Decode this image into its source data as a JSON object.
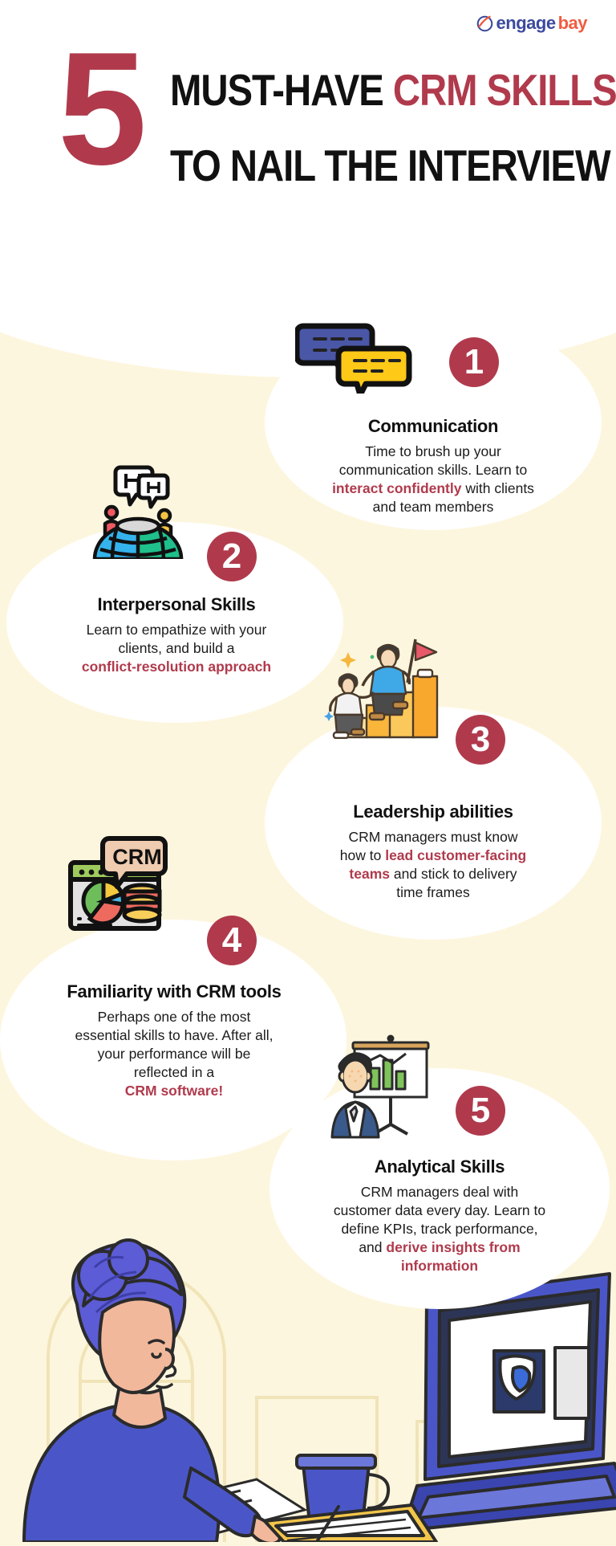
{
  "brand": {
    "logo_engage": "engage",
    "logo_bay": "bay",
    "logo_mark_name": "engagebay-check-icon",
    "accent_red": "#B03A4C",
    "background": "#FDF6DE",
    "card_background": "#FFFFFF",
    "logo_blue": "#3C4A9E",
    "logo_orange": "#F15B41"
  },
  "header": {
    "number": "5",
    "line1_plain": "MUST-HAVE ",
    "line1_accent": "CRM SKILLS",
    "line2": "TO NAIL THE INTERVIEW"
  },
  "cards": [
    {
      "badge": "1",
      "title": "Communication",
      "icon_name": "speech-bubbles-icon",
      "body": [
        {
          "text": "Time to brush up your",
          "accent": false
        },
        {
          "text": "communication skills. Learn to",
          "accent": false
        },
        {
          "text": "interact confidently",
          "accent": true
        },
        {
          "text": " with clients",
          "accent": false
        },
        {
          "text": "and team members",
          "accent": false
        }
      ]
    },
    {
      "badge": "2",
      "title": "Interpersonal Skills",
      "icon_name": "globe-people-icon",
      "body": [
        {
          "text": "Learn to empathize with your",
          "accent": false
        },
        {
          "text": "clients, and build a",
          "accent": false
        },
        {
          "text": "conflict-resolution approach",
          "accent": true
        }
      ]
    },
    {
      "badge": "3",
      "title": "Leadership abilities",
      "icon_name": "climbing-bar-chart-icon",
      "body": [
        {
          "text": "CRM managers must know",
          "accent": false
        },
        {
          "text": "how to ",
          "accent": false
        },
        {
          "text": "lead customer-facing",
          "accent": true
        },
        {
          "text": "teams",
          "accent": true
        },
        {
          "text": " and stick to delivery",
          "accent": false
        },
        {
          "text": "time frames",
          "accent": false
        }
      ]
    },
    {
      "badge": "4",
      "title": "Familiarity with CRM tools",
      "icon_name": "crm-dashboard-icon",
      "body": [
        {
          "text": "Perhaps one of the most",
          "accent": false
        },
        {
          "text": "essential skills to have. After all,",
          "accent": false
        },
        {
          "text": "your performance will be",
          "accent": false
        },
        {
          "text": "reflected in a",
          "accent": false
        },
        {
          "text": "CRM software!",
          "accent": true
        }
      ]
    },
    {
      "badge": "5",
      "title": "Analytical Skills",
      "icon_name": "presenter-chart-icon",
      "body": [
        {
          "text": "CRM managers deal with",
          "accent": false
        },
        {
          "text": "customer data every day. Learn to",
          "accent": false
        },
        {
          "text": "define KPIs, track performance,",
          "accent": false
        },
        {
          "text": "and ",
          "accent": false
        },
        {
          "text": "derive insights from",
          "accent": true
        },
        {
          "text": "information",
          "accent": true
        }
      ]
    }
  ],
  "card_text": {
    "c1_l1": "Time to brush up your",
    "c1_l2": "communication skills. Learn to",
    "c1_l3a": "interact confidently",
    "c1_l3b": " with clients",
    "c1_l4": "and team members",
    "c2_l1": "Learn to empathize with your",
    "c2_l2": "clients, and build a",
    "c2_l3": "conflict-resolution approach",
    "c3_l1": "CRM managers must know",
    "c3_l2a": "how to ",
    "c3_l2b": "lead customer-facing",
    "c3_l3a": "teams",
    "c3_l3b": " and stick to delivery",
    "c3_l4": "time frames",
    "c4_l1": "Perhaps one of the most",
    "c4_l2": "essential skills to have. After all,",
    "c4_l3": "your performance will be",
    "c4_l4": "reflected in a",
    "c4_l5": "CRM software!",
    "c5_l1": "CRM managers deal with",
    "c5_l2": "customer data every day. Learn to",
    "c5_l3": "define KPIs, track performance,",
    "c5_l4a": "and ",
    "c5_l4b": "derive insights from",
    "c5_l5": "information"
  },
  "illustration": {
    "name": "woman-at-laptop-illustration",
    "elements": [
      "woman",
      "laptop",
      "coffee-mug",
      "papers",
      "tablet",
      "window-arch"
    ]
  }
}
